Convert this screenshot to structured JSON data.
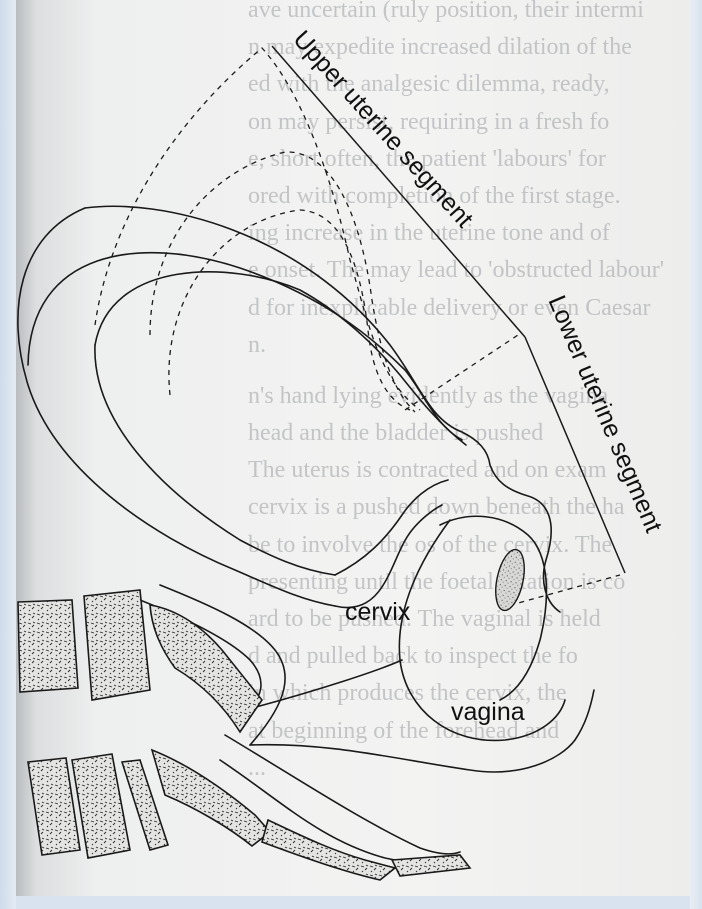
{
  "labels": {
    "upper_uterine_segment": "Upper uterine segment",
    "lower_uterine_segment": "Lower uterine segment",
    "cervix": "cervix",
    "vagina": "vagina"
  },
  "background_text_lines": [
    "ave uncertain (ruly position, their intermi",
    "n may expedite increased dilation of the",
    "ed with the analgesic dilemma, ready,",
    "on may persist, requiring in a fresh fo",
    "e, short often, the patient 'labours' for",
    "ored with completion of the first stage.",
    "ing increase in the uterine tone and of",
    "e onset. The may lead to 'obstructed labour'",
    "d for inexplicable delivery or even Caesar",
    "n.",
    "n's hand lying evidently as the vagina",
    "head and the bladder is pushed",
    "The uterus is contracted and on exam",
    "cervix is a pushed down beneath the ha",
    "be to involve the os of the cervix. The",
    "presenting until the foetal rotation is co",
    "ard to be pushed. The vaginal is held",
    "d and pulled back to inspect the fo",
    "in which produces the cervix, the",
    "at beginning of the forehead and",
    "..."
  ]
}
